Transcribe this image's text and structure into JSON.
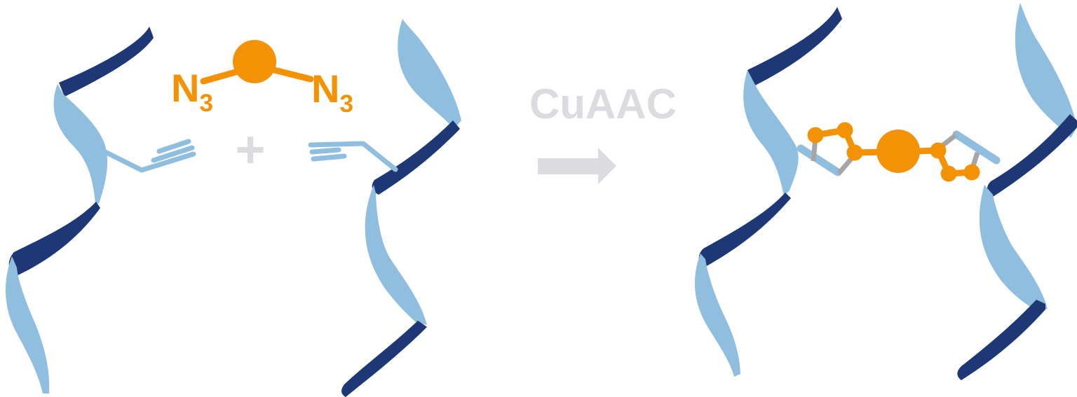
{
  "colors": {
    "light_blue": "#8FBEDF",
    "dark_blue": "#1E3876",
    "orange": "#F39204",
    "bond_gray": "#A6A6A6",
    "gray_label": "#DCDCE0",
    "background": "#FFFFFF"
  },
  "scheme": {
    "bis_azide": {
      "left_label": {
        "symbol": "N",
        "subscript": "3"
      },
      "right_label": {
        "symbol": "N",
        "subscript": "3"
      }
    },
    "plus_sign": "+",
    "reaction_condition": "CuAAC"
  }
}
